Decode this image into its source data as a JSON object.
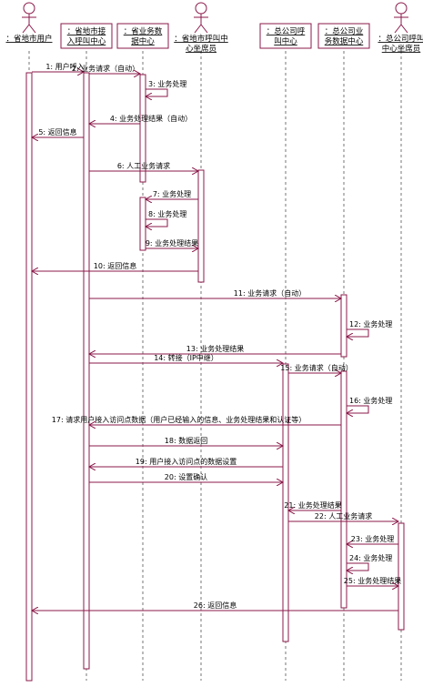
{
  "participants": [
    {
      "id": "p1",
      "label": [
        "：省地市用户"
      ],
      "kind": "actor"
    },
    {
      "id": "p2",
      "label": [
        "：省地市接",
        "入呼叫中心"
      ],
      "kind": "box"
    },
    {
      "id": "p3",
      "label": [
        "：省业务数",
        "据中心"
      ],
      "kind": "box"
    },
    {
      "id": "p4",
      "label": [
        "：省地市呼叫中",
        "心坐席员"
      ],
      "kind": "actor"
    },
    {
      "id": "p5",
      "label": [
        "：总公司呼",
        "叫中心"
      ],
      "kind": "box"
    },
    {
      "id": "p6",
      "label": [
        "：总公司业",
        "务数据中心"
      ],
      "kind": "box"
    },
    {
      "id": "p7",
      "label": [
        "：总公司呼叫",
        "中心坐席员"
      ],
      "kind": "actor"
    }
  ],
  "messages": [
    {
      "n": 1,
      "text": "1: 用户呼入",
      "from": "p1",
      "to": "p2",
      "type": "call"
    },
    {
      "n": 2,
      "text": "2: 业务请求（自动）",
      "from": "p2",
      "to": "p3",
      "type": "call"
    },
    {
      "n": 3,
      "text": "3: 业务处理",
      "from": "p3",
      "to": "p3",
      "type": "self"
    },
    {
      "n": 4,
      "text": "4: 业务处理结果（自动）",
      "from": "p3",
      "to": "p2",
      "type": "return"
    },
    {
      "n": 5,
      "text": "5: 返回信息",
      "from": "p2",
      "to": "p1",
      "type": "return"
    },
    {
      "n": 6,
      "text": "6: 人工业务请求",
      "from": "p2",
      "to": "p4",
      "type": "call"
    },
    {
      "n": 7,
      "text": "7: 业务处理",
      "from": "p4",
      "to": "p3",
      "type": "call"
    },
    {
      "n": 8,
      "text": "8: 业务处理",
      "from": "p3",
      "to": "p3",
      "type": "self"
    },
    {
      "n": 9,
      "text": "9: 业务处理结果",
      "from": "p3",
      "to": "p4",
      "type": "return"
    },
    {
      "n": 10,
      "text": "10: 返回信息",
      "from": "p4",
      "to": "p1",
      "type": "return"
    },
    {
      "n": 11,
      "text": "11: 业务请求（自动）",
      "from": "p2",
      "to": "p6",
      "type": "call"
    },
    {
      "n": 12,
      "text": "12: 业务处理",
      "from": "p6",
      "to": "p6",
      "type": "self"
    },
    {
      "n": 13,
      "text": "13: 业务处理结果",
      "from": "p6",
      "to": "p2",
      "type": "return"
    },
    {
      "n": 14,
      "text": "14: 转接（IP中继）",
      "from": "p2",
      "to": "p5",
      "type": "call"
    },
    {
      "n": 15,
      "text": "15: 业务请求（自动）",
      "from": "p5",
      "to": "p6",
      "type": "call"
    },
    {
      "n": 16,
      "text": "16: 业务处理",
      "from": "p6",
      "to": "p6",
      "type": "self"
    },
    {
      "n": 17,
      "text": "17: 请求用户接入访问点数据（用户已经输入的信息、业务处理结果和认证等）",
      "from": "p6",
      "to": "p2",
      "type": "call"
    },
    {
      "n": 18,
      "text": "18: 数据返回",
      "from": "p2",
      "to": "p5",
      "type": "call"
    },
    {
      "n": 19,
      "text": "19: 用户接入访问点的数据设置",
      "from": "p5",
      "to": "p2",
      "type": "call"
    },
    {
      "n": 20,
      "text": "20: 设置确认",
      "from": "p2",
      "to": "p5",
      "type": "call"
    },
    {
      "n": 21,
      "text": "21: 业务处理结果",
      "from": "p6",
      "to": "p5",
      "type": "return"
    },
    {
      "n": 22,
      "text": "22: 人工业务请求",
      "from": "p5",
      "to": "p7",
      "type": "call"
    },
    {
      "n": 23,
      "text": "23: 业务处理",
      "from": "p7",
      "to": "p6",
      "type": "call"
    },
    {
      "n": 24,
      "text": "24: 业务处理",
      "from": "p6",
      "to": "p6",
      "type": "self"
    },
    {
      "n": 25,
      "text": "25: 业务处理结果",
      "from": "p6",
      "to": "p7",
      "type": "return"
    },
    {
      "n": 26,
      "text": "26: 返回信息",
      "from": "p7",
      "to": "p1",
      "type": "return"
    }
  ],
  "colors": {
    "accent": "#8b1a4a",
    "lifeline": "#555555",
    "text": "#000000"
  }
}
